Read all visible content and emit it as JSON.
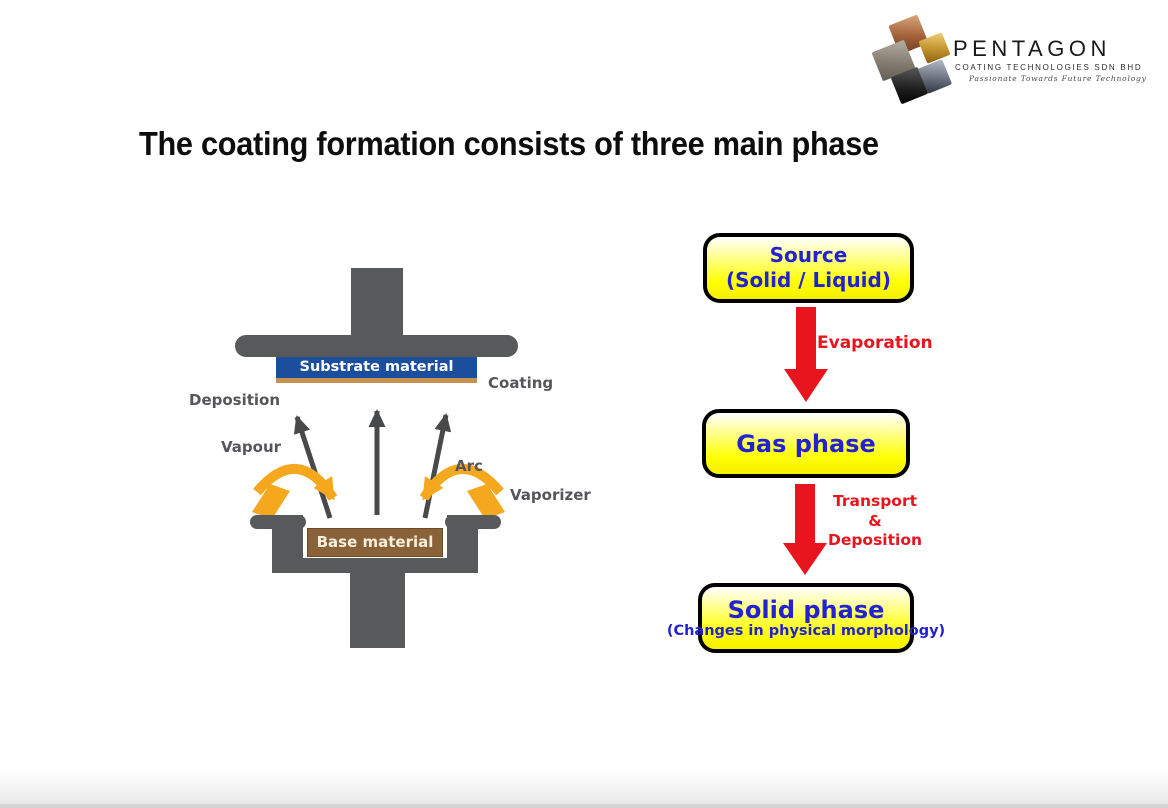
{
  "header": {
    "logo": {
      "brand": "PENTAGON",
      "subtitle": "COATING TECHNOLOGIES SDN BHD",
      "tagline": "Passionate Towards Future Technology"
    }
  },
  "title": "The coating formation consists of three main phase",
  "pvd_diagram": {
    "substrate_label": "Substrate material",
    "base_label": "Base material",
    "label_deposition": "Deposition",
    "label_coating": "Coating",
    "label_vapour": "Vapour",
    "label_arc": "Arc",
    "label_vaporizer": "Vaporizer",
    "colors": {
      "structure_gray": "#58595b",
      "substrate_blue": "#1b4f9e",
      "coating_tan": "#c59150",
      "base_brown": "#8a6239",
      "plasma_yellow": "#f5a71d",
      "arrow_gray": "#48494b"
    }
  },
  "flowchart": {
    "box_source_title": "Source",
    "box_source_subtitle": "(Solid / Liquid)",
    "box_gas_title": "Gas phase",
    "box_solid_title": "Solid phase",
    "box_solid_subtitle": "(Changes in physical morphology)",
    "arrow1_label": "Evaporation",
    "arrow2_label_line1": "Transport",
    "arrow2_label_line2": "&",
    "arrow2_label_line3": "Deposition",
    "colors": {
      "box_border": "#000000",
      "box_fill": "#ffff00",
      "text_blue": "#2222d0",
      "arrow_red": "#e8141e"
    }
  }
}
